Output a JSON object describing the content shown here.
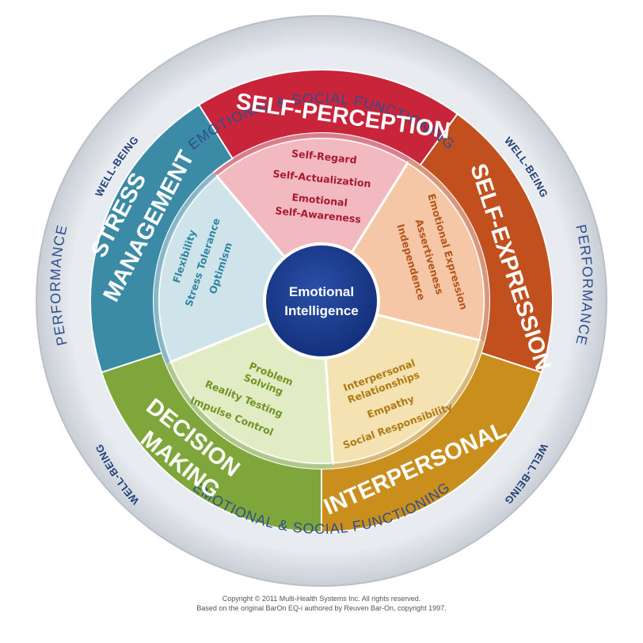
{
  "outer_ring": {
    "top": "EMOTIONAL & SOCIAL FUNCTIONING",
    "bottom": "EMOTIONAL & SOCIAL FUNCTIONING",
    "left": "PERFORMANCE",
    "right": "PERFORMANCE",
    "wellbeing_tl": "WELL-BEING",
    "wellbeing_tr": "WELL-BEING",
    "wellbeing_bl": "WELL-BEING",
    "wellbeing_br": "WELL-BEING"
  },
  "center": {
    "line1": "Emotional",
    "line2": "Intelligence",
    "color": "#1b3a8c"
  },
  "segments": [
    {
      "key": "self_perception",
      "title": "SELF-PERCEPTION",
      "outer": "#c8243a",
      "inner": "#f2b9c0",
      "text": "#a8182e",
      "items": [
        "Self-Regard",
        "Self-Actualization",
        "Emotional",
        "Self-Awareness"
      ]
    },
    {
      "key": "self_expression",
      "title": "SELF-EXPRESSION",
      "outer": "#c2501e",
      "inner": "#f6c7a6",
      "text": "#b4561c",
      "items": [
        "Emotional Expression",
        "Assertiveness",
        "Independence"
      ]
    },
    {
      "key": "interpersonal",
      "title": "INTERPERSONAL",
      "outer": "#c98e1c",
      "inner": "#f5e2b2",
      "text": "#b07a10",
      "items": [
        "Interpersonal",
        "Relationships",
        "Empathy",
        "Social Responsibility"
      ]
    },
    {
      "key": "decision_making",
      "title_line1": "DECISION",
      "title_line2": "MAKING",
      "outer": "#7fa63a",
      "inner": "#e2ecc4",
      "text": "#6f9422",
      "items": [
        "Problem",
        "Solving",
        "Reality Testing",
        "Impulse Control"
      ]
    },
    {
      "key": "stress_management",
      "title_line1": "STRESS",
      "title_line2": "MANAGEMENT",
      "outer": "#3b8aa6",
      "inner": "#cfe4ea",
      "text": "#2f86a2",
      "items": [
        "Flexibility",
        "Stress Tolerance",
        "Optimism"
      ]
    }
  ],
  "copyright": {
    "line1": "Copyright © 2011 Multi-Health Systems Inc. All rights reserved.",
    "line2": "Based on the original BarOn EQ-i authored by Reuven Bar-On, copyright 1997."
  }
}
